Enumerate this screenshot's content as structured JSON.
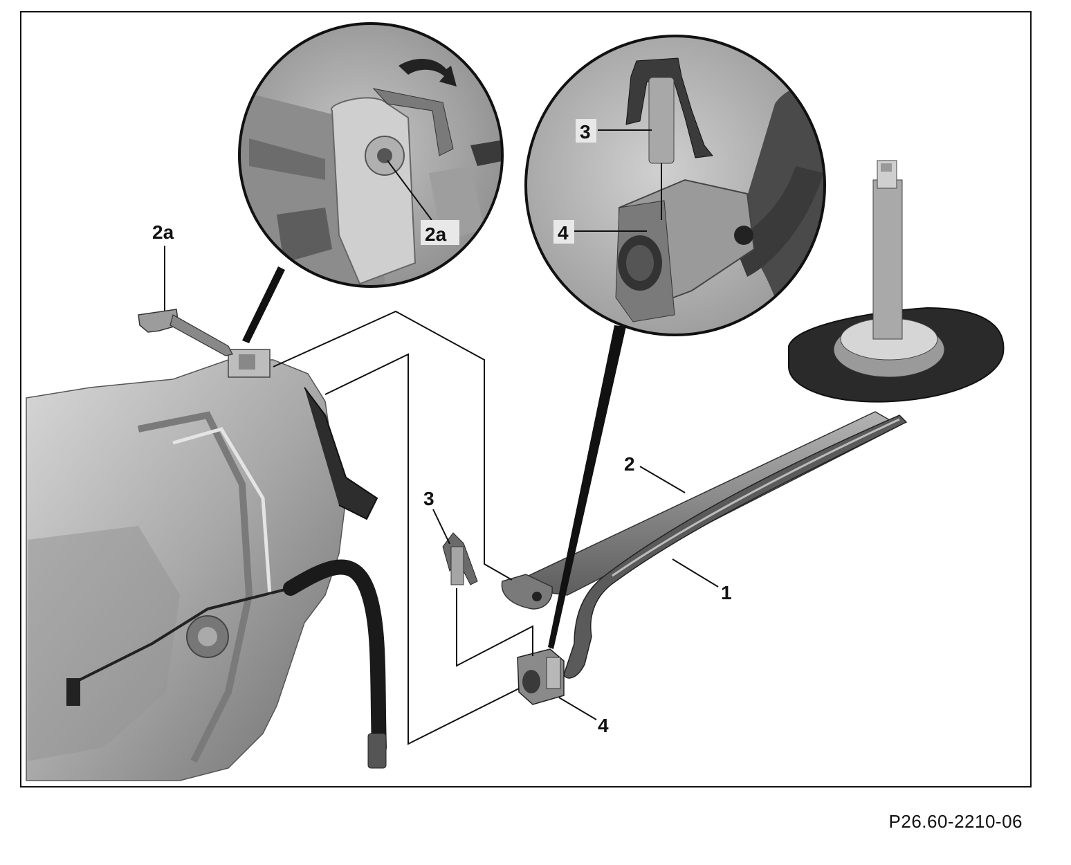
{
  "callouts": {
    "part_1": "1",
    "part_2": "2",
    "part_2a_main": "2a",
    "part_2a_detail": "2a",
    "part_3_main": "3",
    "part_3_detail": "3",
    "part_4_main": "4",
    "part_4_detail": "4"
  },
  "reference_code": "P26.60-2210-06",
  "colors": {
    "frame": "#111111",
    "metal_light": "#c9c9c9",
    "metal_mid": "#9a9a9a",
    "metal_dark": "#4a4a4a",
    "detail_bg": "#b5b5b5"
  }
}
